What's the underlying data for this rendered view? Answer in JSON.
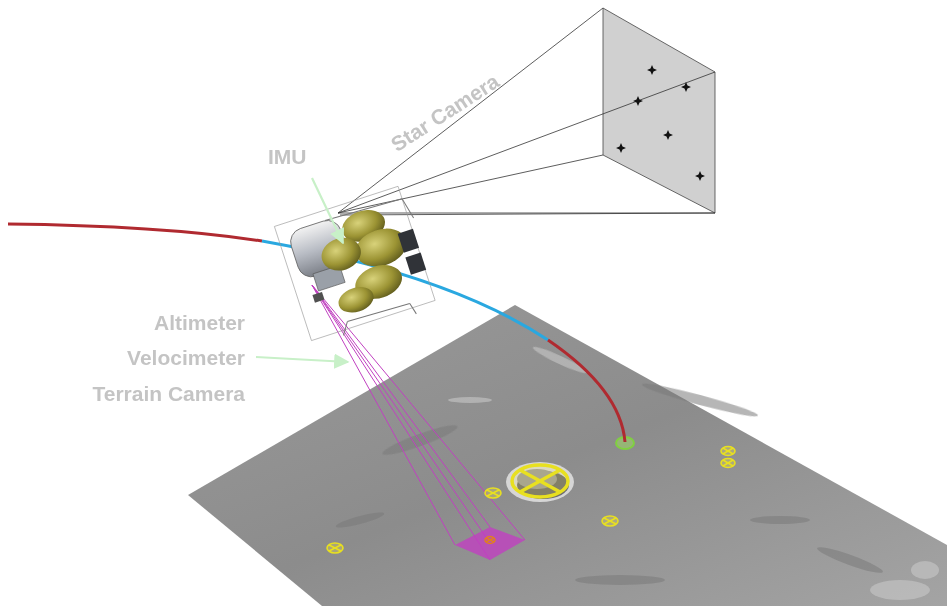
{
  "diagram": {
    "labels": [
      "IMU",
      "Star Camera",
      "Altimeter",
      "Velocimeter",
      "Terrain Camera"
    ]
  }
}
